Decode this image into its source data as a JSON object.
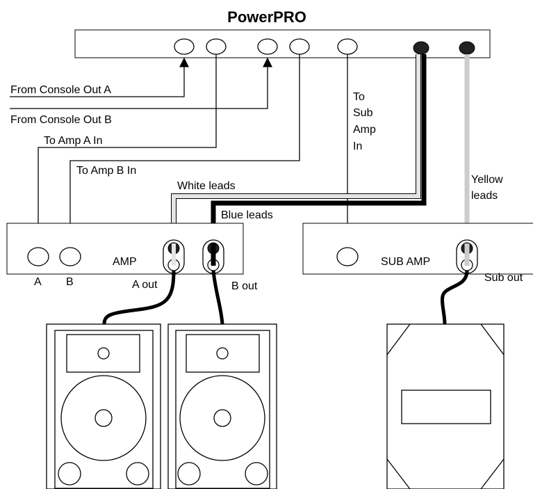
{
  "diagram": {
    "title": "PowerPRO",
    "labels": {
      "from_console_a": "From Console Out A",
      "from_console_b": "From Console Out B",
      "to_amp_a": "To Amp A In",
      "to_amp_b": "To Amp B In",
      "to_sub_amp_1": "To",
      "to_sub_amp_2": "Sub",
      "to_sub_amp_3": "Amp",
      "to_sub_amp_4": "In",
      "white_leads": "White leads",
      "blue_leads": "Blue leads",
      "yellow_leads_1": "Yellow",
      "yellow_leads_2": "leads",
      "amp": "AMP",
      "amp_input_a": "A",
      "amp_input_b": "B",
      "amp_a_out": "A out",
      "amp_b_out": "B out",
      "sub_amp": "SUB AMP",
      "sub_out": "Sub out"
    },
    "colors": {
      "white_lead": "#e4e4e4",
      "blue_lead": "#000000",
      "yellow_lead": "#cccccc",
      "speaker_cable": "#000000"
    }
  }
}
